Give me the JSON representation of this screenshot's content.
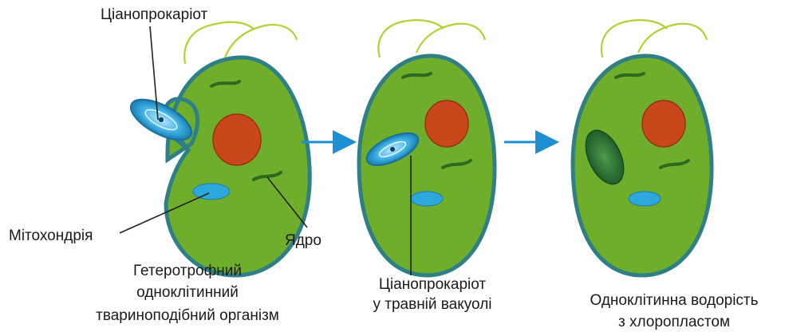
{
  "labels": {
    "cyanoprokaryote_top": "Ціанопрокаріот",
    "mitochondrion": "Мітохондрія",
    "nucleus": "Ядро",
    "cyanoprokaryote_vacuole_line1": "Ціанопрокаріот",
    "cyanoprokaryote_vacuole_line2": "у травній вакуолі"
  },
  "captions": {
    "stage1": [
      "Гетеротрофний",
      "одноклітинний",
      "твариноподібний організм"
    ],
    "stage3": [
      "Одноклітинна водорість",
      "з хлоропластом"
    ]
  },
  "colors": {
    "cytoplasm": "#6eae2b",
    "membrane": "#2f7f86",
    "nucleus": "#c9481b",
    "mitochondrion": "#2ea7dd",
    "cyanoprokaryote": "#3fb3e6",
    "chloroplast": "#2f7d3a",
    "flagella": "#b7cf34",
    "arrow": "#1e8fd1"
  },
  "stages": [
    "engulfment",
    "digestive-vacuole",
    "chloroplast"
  ]
}
